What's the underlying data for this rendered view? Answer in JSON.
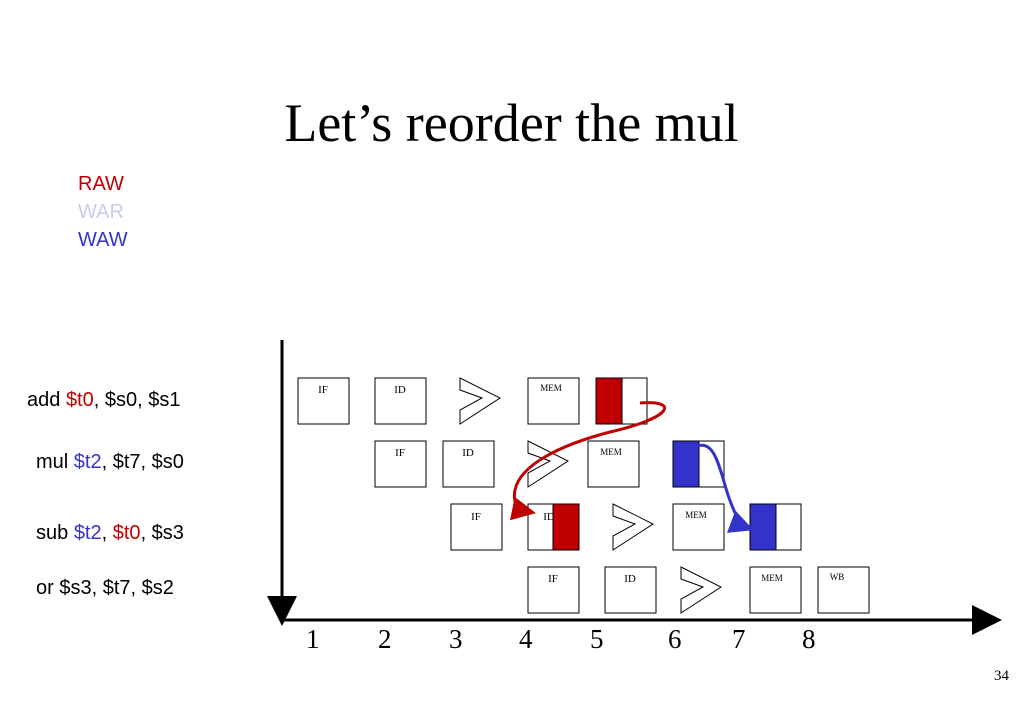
{
  "title": "Let’s reorder the mul",
  "legend": [
    {
      "label": "RAW",
      "color": "#c00000"
    },
    {
      "label": "WAR",
      "color": "#c8ccf0"
    },
    {
      "label": "WAW",
      "color": "#3333cc"
    }
  ],
  "colors": {
    "raw": "#c00000",
    "waw": "#3333cc"
  },
  "instructions": [
    {
      "parts": [
        {
          "text": "add ",
          "color": "#000"
        },
        {
          "text": "$t0",
          "color": "#c00000"
        },
        {
          "text": ", $s0, $s1",
          "color": "#000"
        }
      ]
    },
    {
      "parts": [
        {
          "text": "mul ",
          "color": "#000"
        },
        {
          "text": "$t2",
          "color": "#3333cc"
        },
        {
          "text": ", $t7, $s0",
          "color": "#000"
        }
      ]
    },
    {
      "parts": [
        {
          "text": "sub ",
          "color": "#000"
        },
        {
          "text": "$t2",
          "color": "#3333cc"
        },
        {
          "text": ", ",
          "color": "#000"
        },
        {
          "text": "$t0",
          "color": "#c00000"
        },
        {
          "text": ", $s3",
          "color": "#000"
        }
      ]
    },
    {
      "parts": [
        {
          "text": "or $s3, $t7, $s2",
          "color": "#000"
        }
      ]
    }
  ],
  "stages": {
    "if": "IF",
    "id": "ID",
    "mem": "MEM",
    "wb": "WB"
  },
  "cycles": [
    "1",
    "2",
    "3",
    "4",
    "5",
    "6",
    "7",
    "8"
  ],
  "page_number": "34"
}
